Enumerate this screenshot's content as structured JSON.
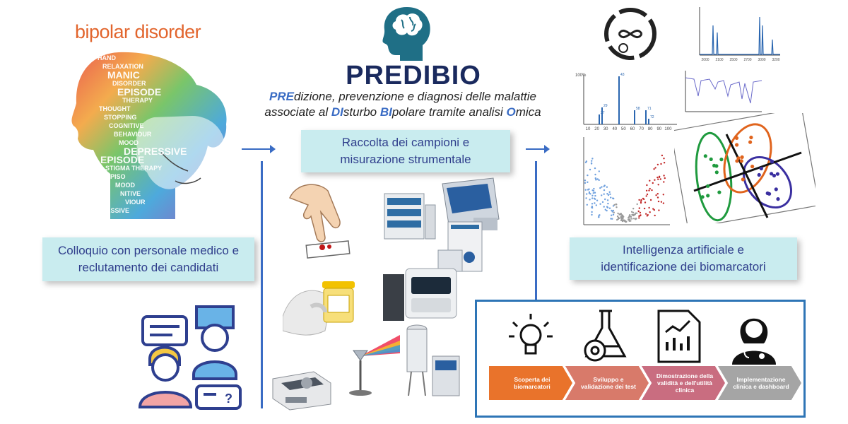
{
  "header": {
    "title": "PREDIBIO",
    "subtitle_line1": [
      {
        "text": "PRE",
        "hl": true
      },
      {
        "text": "dizione, prevenzione e diagnosi delle malattie",
        "hl": false
      }
    ],
    "subtitle_line2": [
      {
        "text": "associate al ",
        "hl": false
      },
      {
        "text": "DI",
        "hl": true
      },
      {
        "text": "sturbo ",
        "hl": false
      },
      {
        "text": "BI",
        "hl": true
      },
      {
        "text": "polare tramite analisi ",
        "hl": false
      },
      {
        "text": "O",
        "hl": true
      },
      {
        "text": "mica",
        "hl": false
      }
    ]
  },
  "left": {
    "bipolar_label": "bipolar disorder",
    "word_cloud": [
      "HAND",
      "RELAXATION",
      "MANIC",
      "DISORDER",
      "EPISODE",
      "THERAPY",
      "THOUGHT",
      "STOPPING",
      "COGNITIVE",
      "BEHAVIOUR",
      "MOOD",
      "DEPRESSIVE",
      "EPISODE",
      "STIGMA THERAPY",
      "PISO",
      "MOOD",
      "NITIVE",
      "VIOUR",
      "RESSIVE"
    ],
    "box_label": "Colloquio con personale medico e reclutamento dei candidati"
  },
  "middle": {
    "box_label": "Raccolta dei campioni e misurazione strumentale"
  },
  "right": {
    "box_label": "Intelligenza artificiale e identificazione dei biomarcatori",
    "mass_spec": {
      "y_top_label": "100%",
      "x_ticks": [
        "10",
        "20",
        "30",
        "40",
        "50",
        "60",
        "70",
        "80",
        "90",
        "100"
      ],
      "peak_labels": [
        "43",
        "29",
        "27",
        "58",
        "71",
        "72"
      ]
    },
    "ir_spectrum_x_ticks": [
      "2000",
      "2100",
      "2500",
      "2700",
      "3000",
      "3200"
    ]
  },
  "pipeline": {
    "steps": [
      {
        "label": "Scoperta dei biomarcatori",
        "color": "#e9732b"
      },
      {
        "label": "Sviluppo e validazione dei test",
        "color": "#d87a6a"
      },
      {
        "label": "Dimostrazione della validità e dell'utilità clinica",
        "color": "#c96d80"
      },
      {
        "label": "Implementazione clinica e dashboard",
        "color": "#a5a5a5"
      }
    ]
  },
  "colors": {
    "accent": "#3a6cc4",
    "box_bg": "#c9ecef",
    "title": "#1a2a5e",
    "box_text": "#2f3e8c"
  }
}
